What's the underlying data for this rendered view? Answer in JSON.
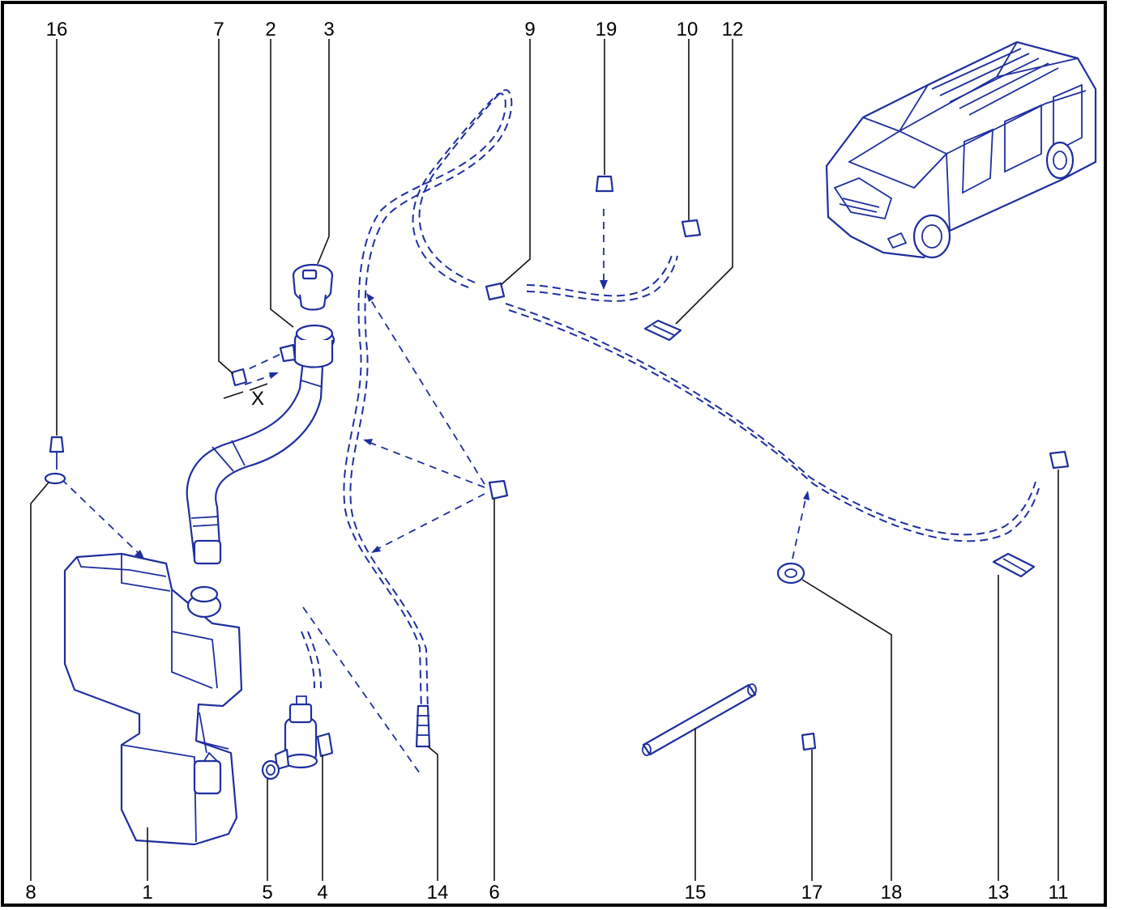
{
  "callouts": [
    "16",
    "7",
    "2",
    "3",
    "9",
    "19",
    "10",
    "12",
    "8",
    "1",
    "5",
    "4",
    "14",
    "6",
    "15",
    "17",
    "18",
    "13",
    "11"
  ],
  "parts": {
    "reservoir": "1",
    "filler_neck": "2",
    "filler_cap": "3",
    "pump": "4",
    "pump_grommet": "5",
    "hose_clip": "6",
    "neck_fastener": "7",
    "washer": "8",
    "connector_front": "9",
    "nozzle_left": "10",
    "nozzle_right": "11",
    "hinge_left": "12",
    "hinge_right": "13",
    "check_valve": "14",
    "hose_section": "15",
    "clip_nut": "16",
    "clip_17": "17",
    "grommet_18": "18",
    "clip_19": "19"
  },
  "dimension_mark": "X",
  "colors": {
    "line_art": "#1f2f9e",
    "labels": "#000000",
    "background": "#ffffff"
  }
}
